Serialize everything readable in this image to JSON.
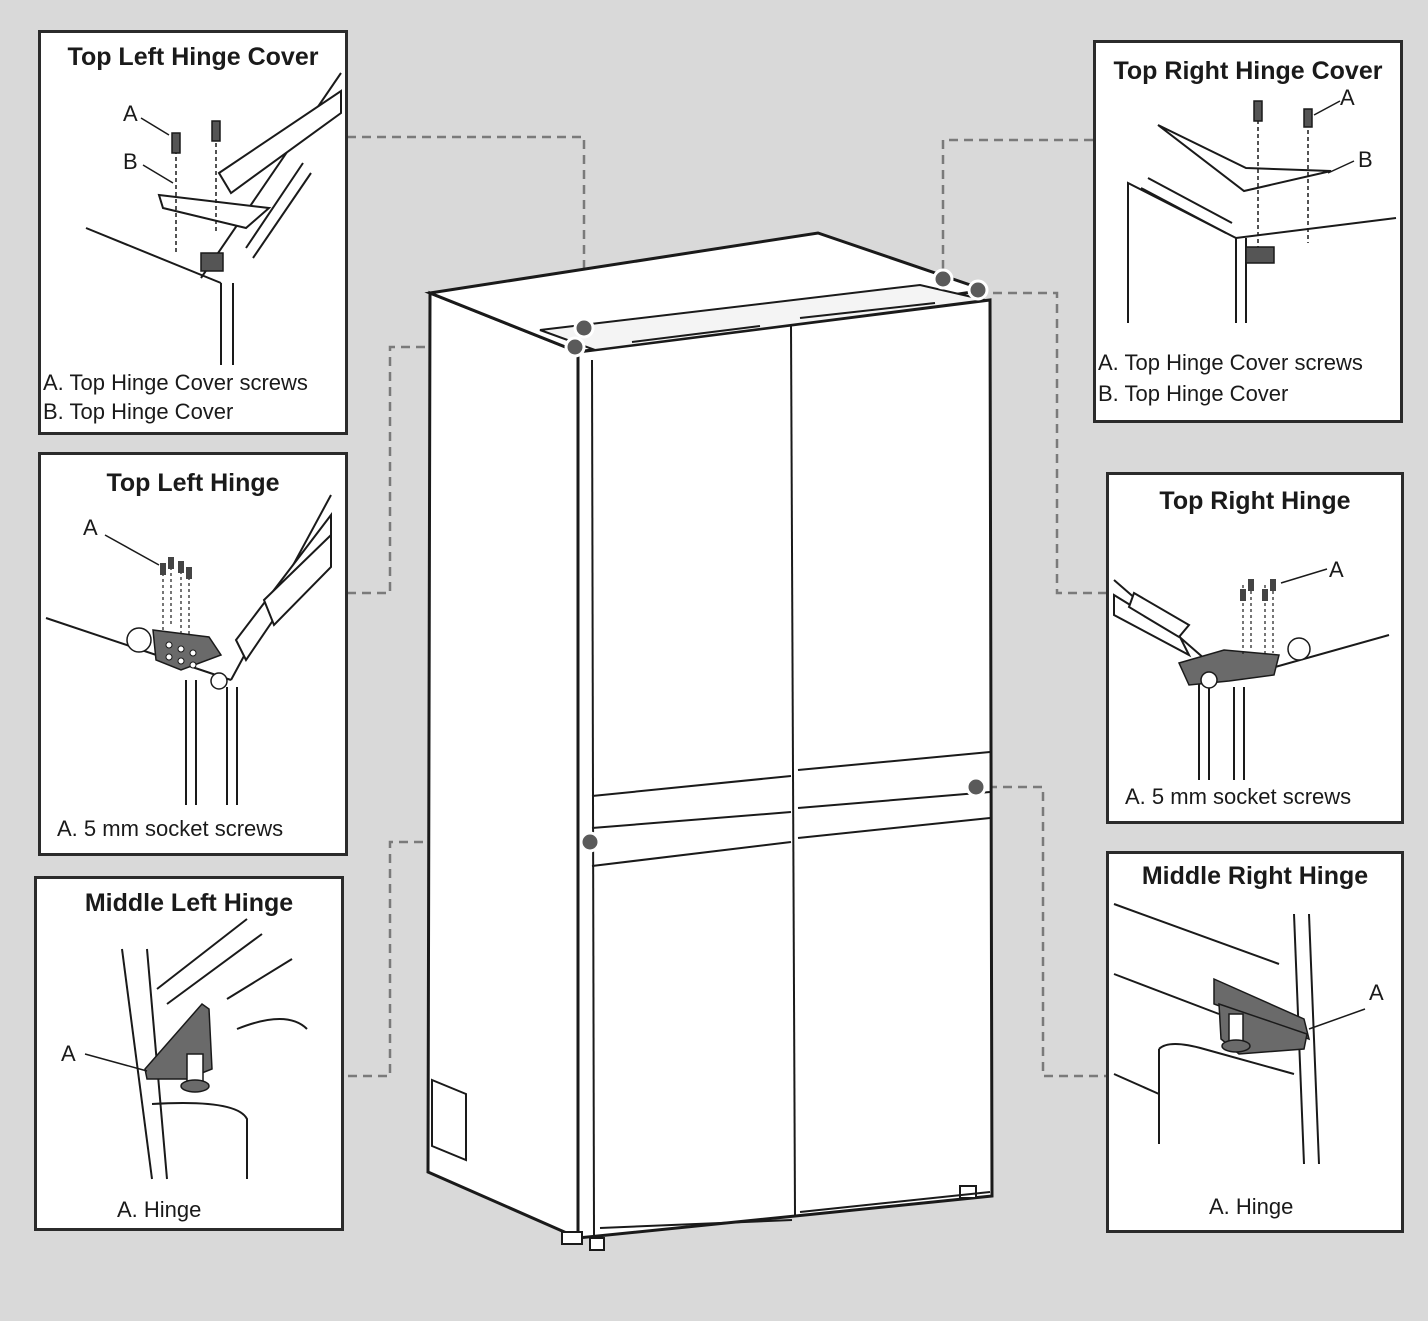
{
  "panels": {
    "top_left_cover": {
      "title": "Top Left Hinge Cover",
      "callouts": [
        "A",
        "B"
      ],
      "captions": [
        "A. Top Hinge Cover screws",
        "B. Top Hinge Cover"
      ]
    },
    "top_right_cover": {
      "title": "Top Right Hinge Cover",
      "callouts": [
        "A",
        "B"
      ],
      "captions": [
        "A. Top Hinge Cover screws",
        "B. Top Hinge Cover"
      ]
    },
    "top_left_hinge": {
      "title": "Top Left Hinge",
      "callouts": [
        "A"
      ],
      "captions": [
        "A. 5 mm socket screws"
      ]
    },
    "top_right_hinge": {
      "title": "Top Right Hinge",
      "callouts": [
        "A"
      ],
      "captions": [
        "A. 5 mm socket screws"
      ]
    },
    "middle_left_hinge": {
      "title": "Middle Left Hinge",
      "callouts": [
        "A"
      ],
      "captions": [
        "A. Hinge"
      ]
    },
    "middle_right_hinge": {
      "title": "Middle Right Hinge",
      "callouts": [
        "A"
      ],
      "captions": [
        "A. Hinge"
      ]
    }
  },
  "colors": {
    "background": "#d9d9d9",
    "panel": "#ffffff",
    "border": "#2b2b2b",
    "marker": "#5a5a5a",
    "leader": "#7a7a7a"
  }
}
